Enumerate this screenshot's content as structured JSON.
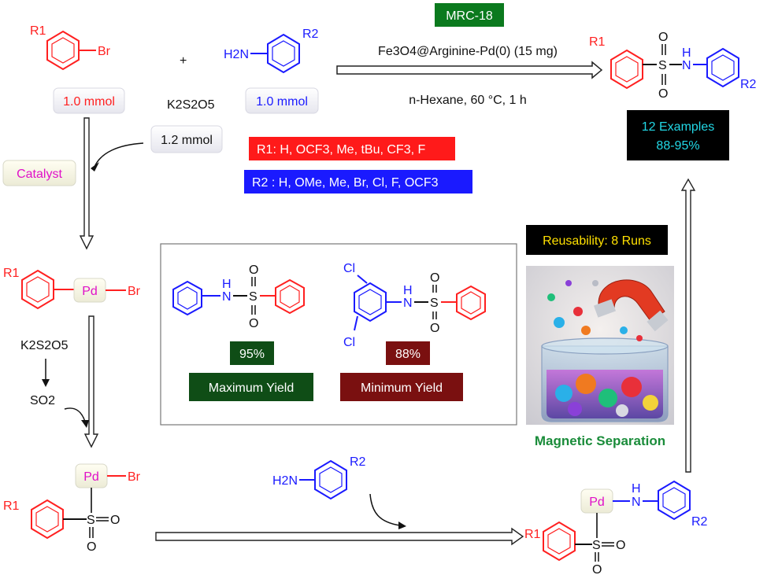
{
  "title_badge": "MRC-18",
  "catalyst_line": "Fe3O4@Arginine-Pd(0) (15 mg)",
  "conditions_line": "n-Hexane, 60 °C, 1 h",
  "reactants": {
    "aryl_bromide_amount": "1.0 mmol",
    "amine_amount": "1.0 mmol",
    "sulfur_source": "K2S2O5",
    "sulfur_amount": "1.2 mmol",
    "plus": "+"
  },
  "substituents": {
    "r1": "R1: H, OCF3, Me, tBu, CF3, F",
    "r2": "R2 : H, OMe, Me, Br, Cl, F, OCF3"
  },
  "examples": {
    "line1": "12 Examples",
    "line2": "88-95%"
  },
  "catalyst_label": "Catalyst",
  "mechanism": {
    "k2s2o5": "K2S2O5",
    "so2": "SO2",
    "pd": "Pd",
    "br": "Br"
  },
  "yields": {
    "max_value": "95%",
    "max_label": "Maximum Yield",
    "min_value": "88%",
    "min_label": "Minimum Yield"
  },
  "reusability": "Reusability: 8 Runs",
  "magnetic_separation": "Magnetic Separation",
  "atoms": {
    "r1": "R1",
    "r2": "R2",
    "h2n": "H2N",
    "s": "S",
    "o": "O",
    "h": "H",
    "n": "N",
    "cl": "Cl"
  },
  "colors": {
    "red_box": "#ff1a1a",
    "blue_box": "#1a1aff",
    "green_badge": "#0b7a1e",
    "max_yield": "#0f4d16",
    "min_yield": "#7a1010",
    "black_box": "#000000",
    "examples_text": "#22d8e6",
    "reusability_text": "#ffe000",
    "separation_text": "#1a8c3a",
    "pd_text": "#e010c8"
  }
}
